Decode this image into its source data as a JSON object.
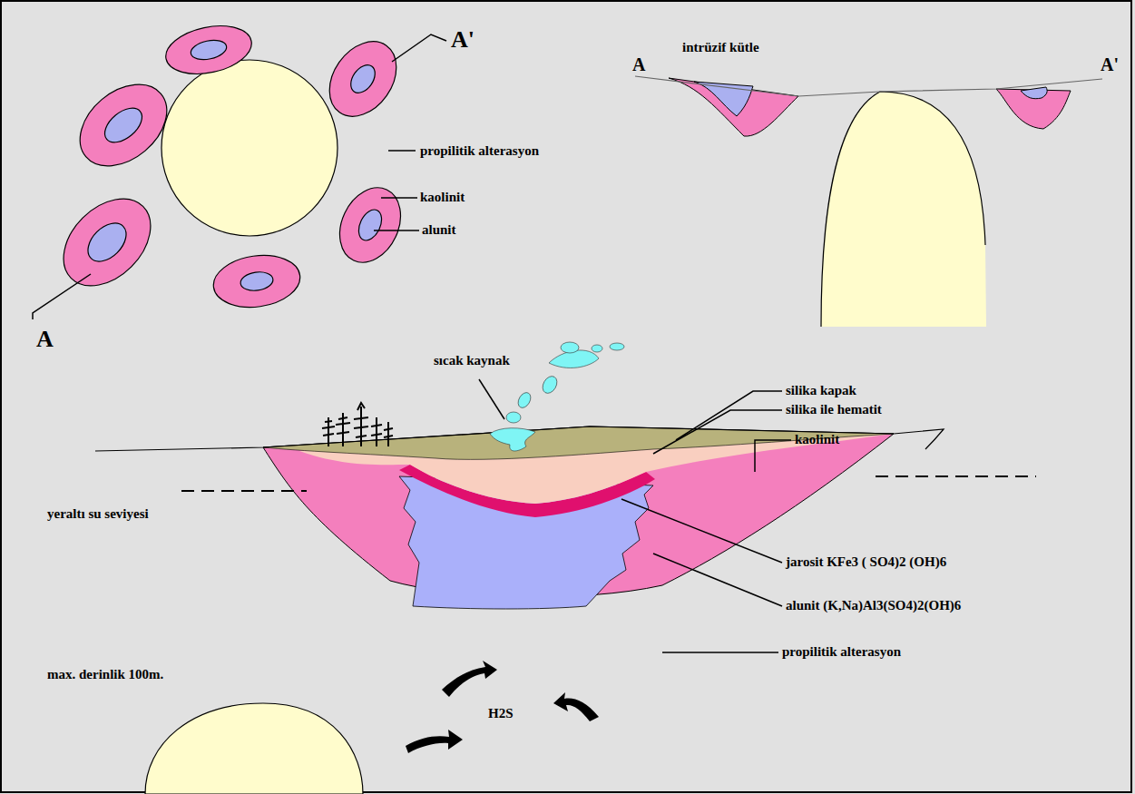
{
  "diagram": {
    "labels": [
      "A'",
      "intrüzif kütle",
      "A",
      "A'",
      "propilitik alterasyon",
      "kaolinit",
      "alunit",
      "A",
      "sıcak kaynak",
      "silika kapak",
      "silika ile hematit",
      "kaolinit",
      "yeraltı su seviyesi",
      "jarosit KFe3 ( SO4)2 (OH)6",
      "alunit (K,Na)Al3(SO4)2(OH)6",
      "propilitik alterasyon",
      "max. derinlik 100m.",
      "H2S"
    ]
  }
}
